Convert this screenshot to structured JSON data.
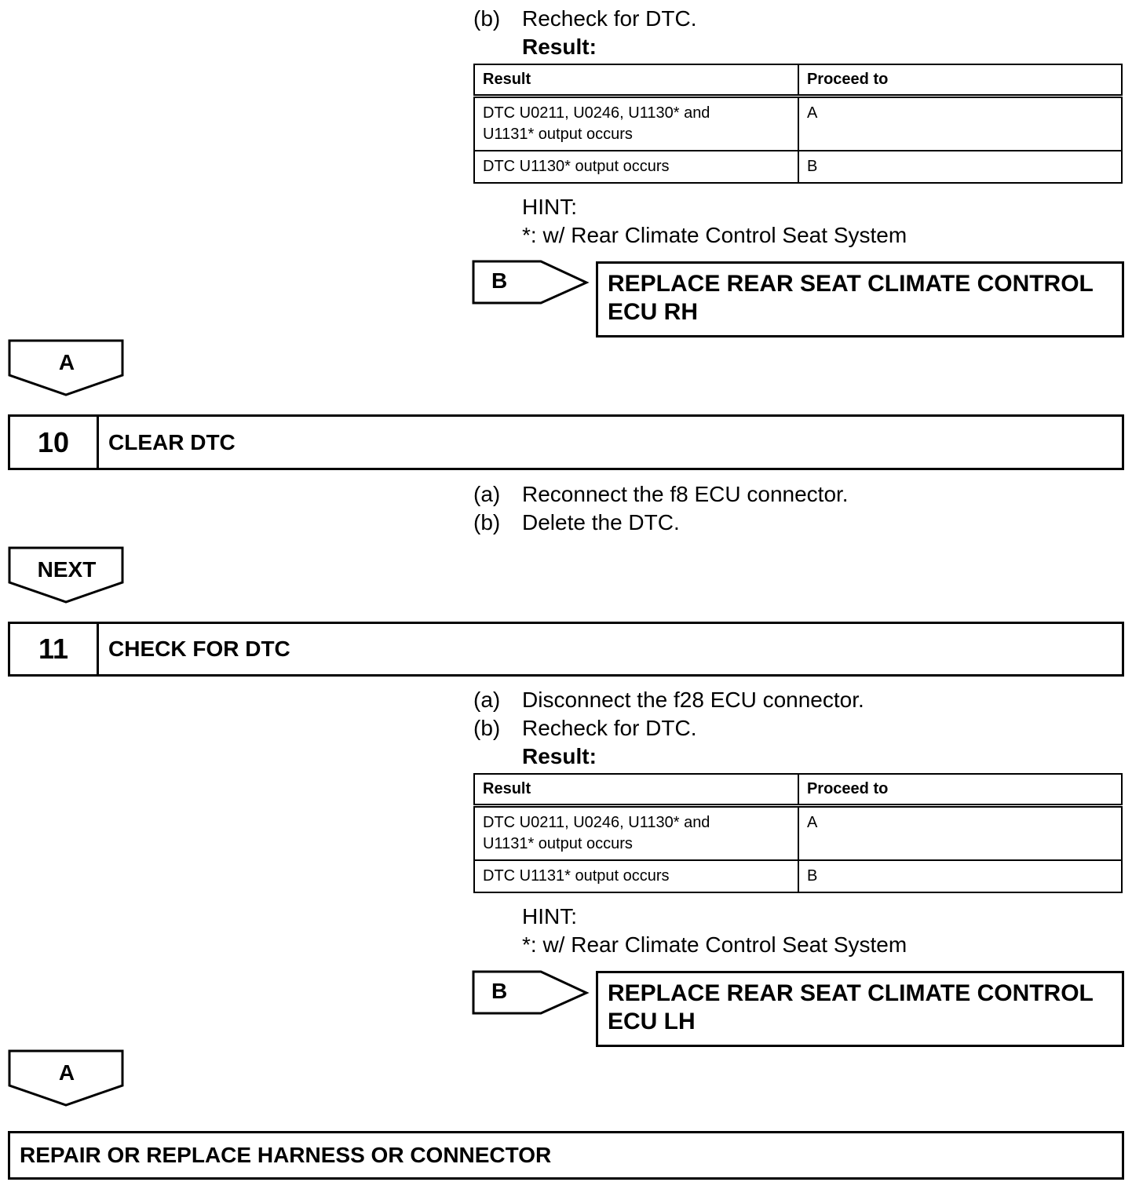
{
  "section9": {
    "step_b_label": "(b)",
    "step_b_text": "Recheck for DTC.",
    "result_heading": "Result:",
    "table": {
      "headers": [
        "Result",
        "Proceed to"
      ],
      "rows": [
        {
          "result_line1": "DTC U0211, U0246, U1130* and",
          "result_line2": "U1131* output occurs",
          "proceed": "A"
        },
        {
          "result_line1": "DTC U1130* output occurs",
          "result_line2": "",
          "proceed": "B"
        }
      ]
    },
    "hint_label": "HINT:",
    "hint_text": "*: w/ Rear Climate Control Seat System",
    "branch_b_label": "B",
    "branch_b_action_line1": "REPLACE REAR SEAT CLIMATE CONTROL",
    "branch_b_action_line2": "ECU RH",
    "branch_a_label": "A"
  },
  "step10": {
    "number": "10",
    "title": "CLEAR DTC",
    "step_a_label": "(a)",
    "step_a_text": "Reconnect the f8 ECU connector.",
    "step_b_label": "(b)",
    "step_b_text": "Delete the DTC.",
    "next_label": "NEXT"
  },
  "step11": {
    "number": "11",
    "title": "CHECK FOR DTC",
    "step_a_label": "(a)",
    "step_a_text": "Disconnect the f28 ECU connector.",
    "step_b_label": "(b)",
    "step_b_text": "Recheck for DTC.",
    "result_heading": "Result:",
    "table": {
      "headers": [
        "Result",
        "Proceed to"
      ],
      "rows": [
        {
          "result_line1": "DTC U0211, U0246, U1130* and",
          "result_line2": "U1131* output occurs",
          "proceed": "A"
        },
        {
          "result_line1": "DTC U1131* output occurs",
          "result_line2": "",
          "proceed": "B"
        }
      ]
    },
    "hint_label": "HINT:",
    "hint_text": "*: w/ Rear Climate Control Seat System",
    "branch_b_label": "B",
    "branch_b_action_line1": "REPLACE REAR SEAT CLIMATE CONTROL",
    "branch_b_action_line2": "ECU LH",
    "branch_a_label": "A"
  },
  "final_action": "REPAIR OR REPLACE HARNESS OR CONNECTOR"
}
